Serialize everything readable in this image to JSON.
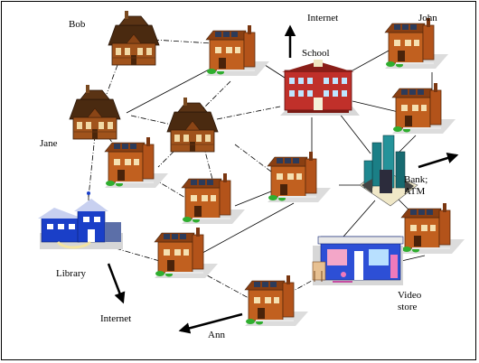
{
  "nodes": {
    "bob": "Bob",
    "jane": "Jane",
    "library": "Library",
    "internet_top": "Internet",
    "internet_bottom": "Internet",
    "school": "School",
    "john": "John",
    "bank": "Bank;\nATM",
    "video_store": "Video\nstore",
    "ann": "Ann"
  },
  "colors": {
    "house_roof": "#6b3a12",
    "house_wall": "#a0531c",
    "rowhouse_wall": "#c1601f",
    "school_wall": "#c0302a",
    "library_wall": "#1a3fc8",
    "bank_glass": "#1b7f86",
    "lawn": "#2fae2f",
    "link": "#000000"
  },
  "icons": [
    "wood-house-icon",
    "row-house-icon",
    "school-icon",
    "bank-towers-icon",
    "library-icon",
    "video-store-icon"
  ]
}
